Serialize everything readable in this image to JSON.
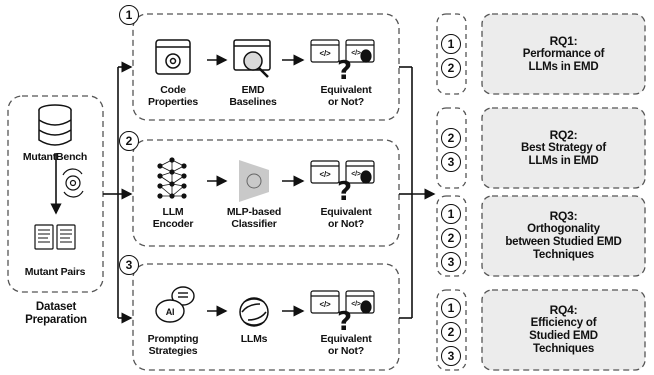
{
  "rows": [
    {
      "number": "1",
      "labels": [
        "Code\nProperties",
        "EMD\nBaselines",
        "Equivalent\nor Not?"
      ]
    },
    {
      "number": "2",
      "labels": [
        "LLM\nEncoder",
        "MLP-based\nClassifier",
        "Equivalent\nor Not?"
      ]
    },
    {
      "number": "3",
      "labels": [
        "Prompting\nStrategies",
        "LLMs",
        "Equivalent\nor Not?"
      ]
    }
  ],
  "dataset": {
    "bench_label": "MutantBench",
    "pairs_label": "Mutant Pairs",
    "caption": "Dataset\nPreparation"
  },
  "question_mark": "?",
  "rqs": [
    {
      "id": "RQ1:",
      "text": "Performance of\nLLMs in EMD",
      "strategies": [
        "1",
        "2"
      ]
    },
    {
      "id": "RQ2:",
      "text": "Best Strategy of\nLLMs in EMD",
      "strategies": [
        "2",
        "3"
      ]
    },
    {
      "id": "RQ3:",
      "text": "Orthogonality\nbetween Studied EMD\nTechniques",
      "strategies": [
        "1",
        "2",
        "3"
      ]
    },
    {
      "id": "RQ4:",
      "text": "Efficiency of\nStudied EMD\nTechniques",
      "strategies": [
        "1",
        "2",
        "3"
      ]
    }
  ],
  "icons": {
    "code_tag": "</>",
    "ai_label": "AI"
  }
}
